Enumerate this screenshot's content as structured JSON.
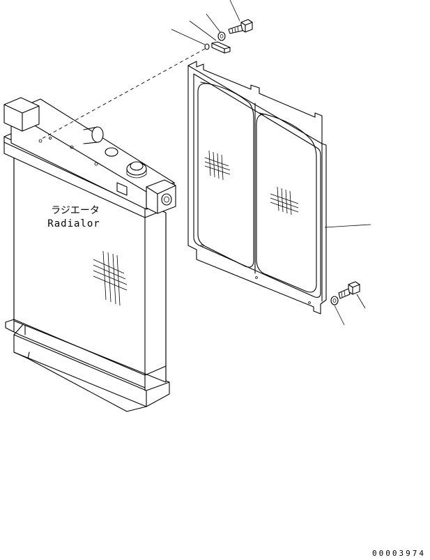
{
  "labels": {
    "radiator_jp": "ラジエータ",
    "radiator_en": "Radialor",
    "drawing_number": "00003974"
  }
}
